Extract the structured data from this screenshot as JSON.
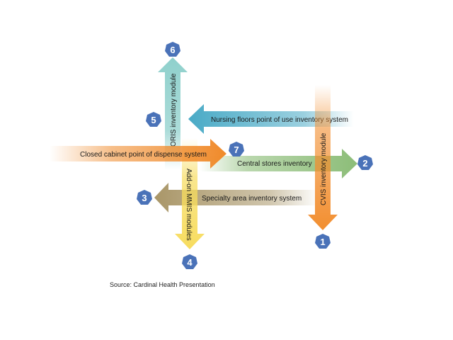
{
  "colors": {
    "badge": "#4a72b8",
    "oris_arrow": "#8fd0cc",
    "nursing_arrow": "#49aac6",
    "closed_cabinet_arrow": "#f08a2a",
    "central_stores_arrow": "#8cbd78",
    "specialty_arrow": "#a99668",
    "addon_mmis_arrow": "#f7dc5e",
    "cvis_arrow": "#f28e2f"
  },
  "arrows": {
    "oris": {
      "label": "ORIS inventory module",
      "badge": "6"
    },
    "nursing": {
      "label": "Nursing floors point of use inventory system",
      "badge": "5"
    },
    "closed_cabinet": {
      "label": "Closed cabinet point of dispense system",
      "badge": "7"
    },
    "central_stores": {
      "label": "Central stores inventory",
      "badge": "2"
    },
    "specialty": {
      "label": "Specialty area inventory system",
      "badge": "3"
    },
    "addon_mmis": {
      "label": "Add-on MMIS modules",
      "badge": "4"
    },
    "cvis": {
      "label": "CVIS inventory module",
      "badge": "1"
    }
  },
  "source": "Source: Cardinal Health Presentation"
}
